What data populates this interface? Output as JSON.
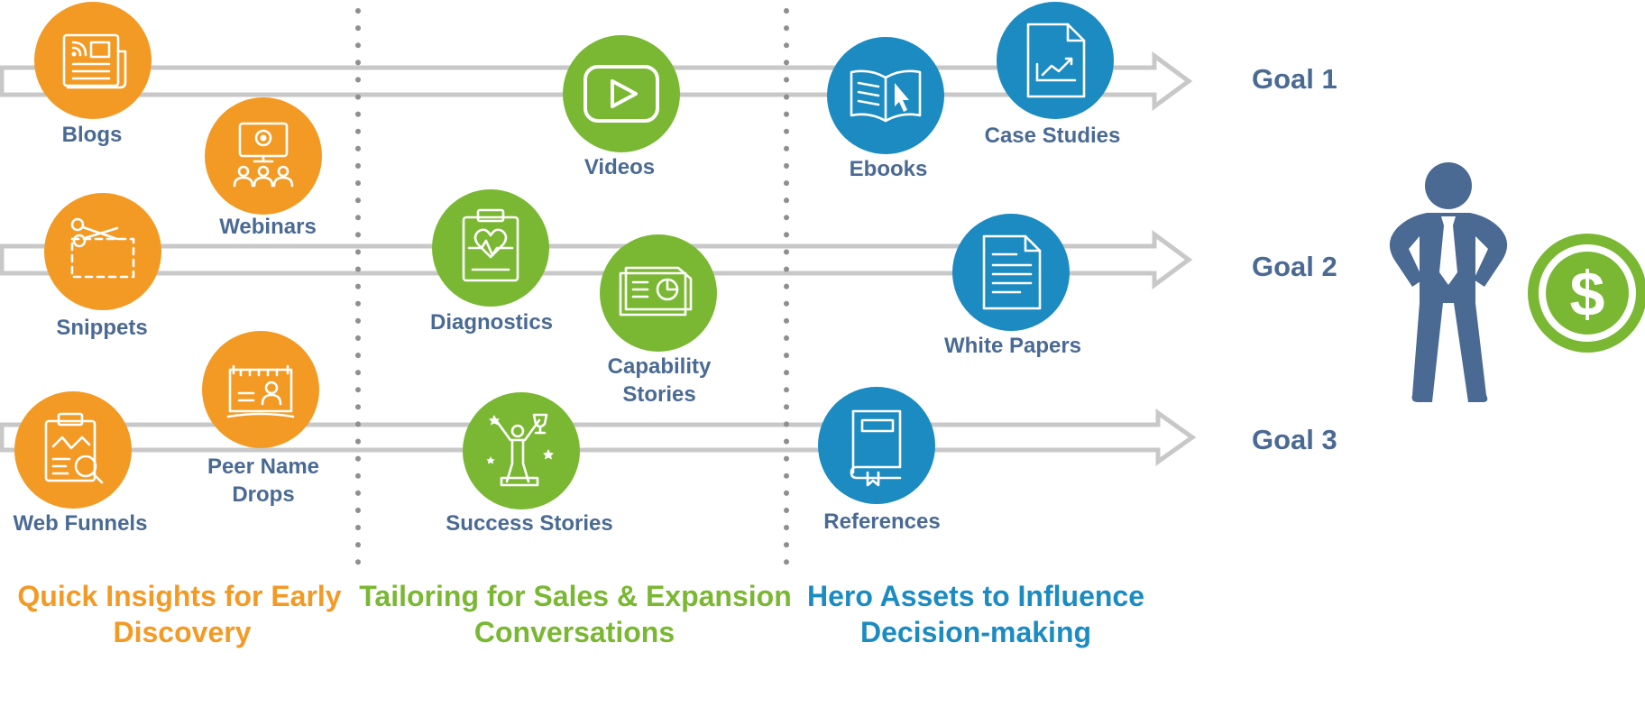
{
  "colors": {
    "orange": "#f39a25",
    "green": "#7ab833",
    "blue": "#1b8bc1",
    "navy": "#4a6a94",
    "arrow": "#c8c8c8",
    "divider": "#8f8f8f"
  },
  "goals": [
    {
      "label": "Goal 1"
    },
    {
      "label": "Goal 2"
    },
    {
      "label": "Goal 3"
    }
  ],
  "assets": [
    {
      "label_lines": [
        "Blogs"
      ],
      "icon": "newspaper-icon",
      "color": "orange"
    },
    {
      "label_lines": [
        "Webinars"
      ],
      "icon": "webinar-icon",
      "color": "orange"
    },
    {
      "label_lines": [
        "Snippets"
      ],
      "icon": "scissors-icon",
      "color": "orange"
    },
    {
      "label_lines": [
        "Peer Name",
        "Drops"
      ],
      "icon": "name-card-icon",
      "color": "orange"
    },
    {
      "label_lines": [
        "Web Funnels"
      ],
      "icon": "clipboard-chart-icon",
      "color": "orange"
    },
    {
      "label_lines": [
        "Videos"
      ],
      "icon": "play-icon",
      "color": "green"
    },
    {
      "label_lines": [
        "Diagnostics"
      ],
      "icon": "clipboard-heartbeat-icon",
      "color": "green"
    },
    {
      "label_lines": [
        "Capability",
        "Stories"
      ],
      "icon": "documents-chart-icon",
      "color": "green"
    },
    {
      "label_lines": [
        "Success Stories"
      ],
      "icon": "trophy-person-icon",
      "color": "green"
    },
    {
      "label_lines": [
        "Ebooks"
      ],
      "icon": "open-book-icon",
      "color": "blue"
    },
    {
      "label_lines": [
        "Case Studies"
      ],
      "icon": "document-chart-icon",
      "color": "blue"
    },
    {
      "label_lines": [
        "White Papers"
      ],
      "icon": "document-icon",
      "color": "blue"
    },
    {
      "label_lines": [
        "References"
      ],
      "icon": "book-icon",
      "color": "blue"
    }
  ],
  "captions": [
    {
      "lines": [
        "Quick Insights for Early",
        "Discovery"
      ],
      "color": "orange"
    },
    {
      "lines": [
        "Tailoring for Sales & Expansion",
        "Conversations"
      ],
      "color": "green"
    },
    {
      "lines": [
        "Hero Assets to Influence",
        "Decision-making"
      ],
      "color": "blue"
    }
  ],
  "person": {
    "icon": "businessman-icon"
  },
  "money": {
    "icon": "dollar-coin-icon",
    "symbol": "$"
  }
}
